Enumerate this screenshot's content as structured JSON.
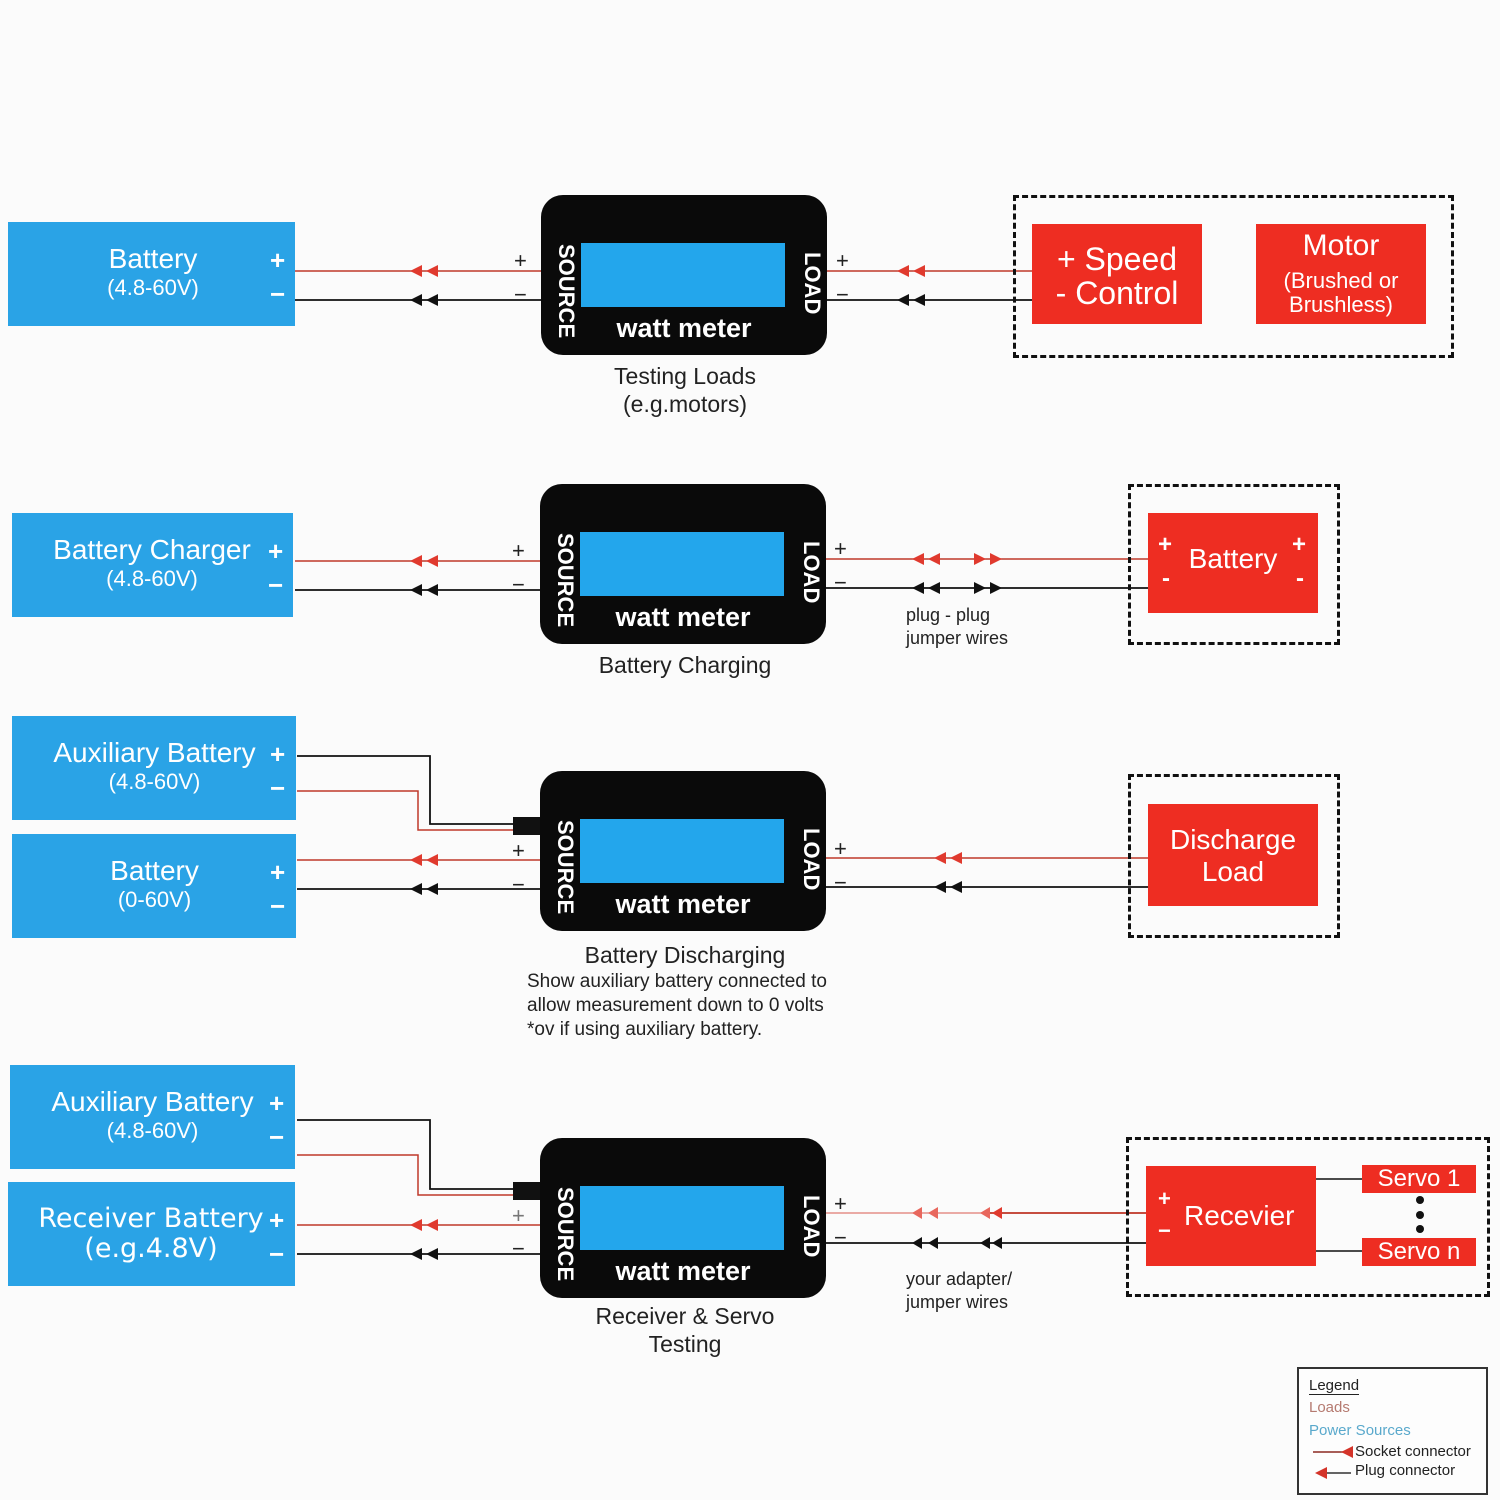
{
  "colors": {
    "source_blue": "#2aa3e6",
    "load_red": "#ee2d22",
    "positive_wire": "#c0392b",
    "negative_wire": "#111111",
    "meter_black": "#0a0a0a",
    "lcd_blue": "#23a6ec"
  },
  "meter": {
    "source_label": "SOURCE",
    "load_label": "LOAD",
    "name": "watt meter",
    "plus": "+",
    "minus": "−"
  },
  "sections": [
    {
      "id": "testing-loads",
      "sources": [
        {
          "name": "Battery",
          "spec": "(4.8-60V)",
          "plus": "+",
          "minus": "−"
        }
      ],
      "caption_line1": "Testing Loads",
      "caption_line2": "(e.g.motors)",
      "loads": [
        {
          "line1": "+  Speed",
          "line2": "-  Control"
        },
        {
          "line1": "Motor",
          "line2": "(Brushed or",
          "line3": "Brushless)"
        }
      ]
    },
    {
      "id": "battery-charging",
      "sources": [
        {
          "name": "Battery Charger",
          "spec": "(4.8-60V)",
          "plus": "+",
          "minus": "−"
        }
      ],
      "caption_line1": "Battery Charging",
      "wire_note_line1": "plug - plug",
      "wire_note_line2": "jumper wires",
      "loads": [
        {
          "name": "Battery",
          "plus": "+",
          "minus": "-"
        }
      ]
    },
    {
      "id": "battery-discharging",
      "sources": [
        {
          "name": "Auxiliary Battery",
          "spec": "(4.8-60V)",
          "plus": "+",
          "minus": "−"
        },
        {
          "name": "Battery",
          "spec": "(0-60V)",
          "plus": "+",
          "minus": "−"
        }
      ],
      "caption_line1": "Battery Discharging",
      "note_line1": "Show auxiliary battery connected to",
      "note_line2": "allow measurement down to 0 volts",
      "note_line3": "*ov if using auxiliary battery.",
      "loads": [
        {
          "line1": "Discharge",
          "line2": "Load"
        }
      ]
    },
    {
      "id": "receiver-servo-testing",
      "sources": [
        {
          "name": "Auxiliary Battery",
          "spec": "(4.8-60V)",
          "plus": "+",
          "minus": "−"
        },
        {
          "name": "Receiver Battery",
          "spec": "(e.g.4.8V)",
          "plus": "+",
          "minus": "−"
        }
      ],
      "caption_line1": "Receiver & Servo",
      "caption_line2": "Testing",
      "wire_note_line1": "your adapter/",
      "wire_note_line2": "jumper wires",
      "loads": [
        {
          "name": "Recevier",
          "plus": "+",
          "minus": "−"
        },
        {
          "name": "Servo 1"
        },
        {
          "name": "Servo n"
        }
      ]
    }
  ],
  "legend": {
    "title": "Legend",
    "loads": "Loads",
    "power_sources": "Power Sources",
    "socket": "Socket connector",
    "plug": "Plug connector"
  }
}
